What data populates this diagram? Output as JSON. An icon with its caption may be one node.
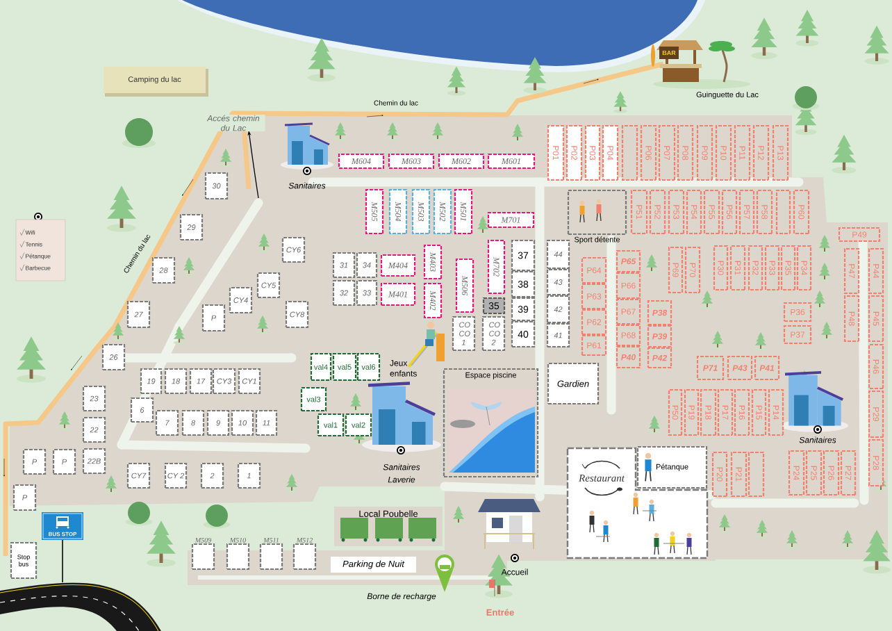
{
  "diagram": {
    "nodes": [
      {
        "text": [
          "Camping du lac"
        ]
      },
      {
        "text": [
          "Wifi",
          "Tennis",
          "Pétanque",
          "Barbecue"
        ]
      },
      {
        "text": [
          "M604"
        ]
      },
      {
        "text": [
          "M603"
        ]
      },
      {
        "text": [
          "M602"
        ]
      },
      {
        "text": [
          "M601"
        ]
      },
      {
        "text": [
          "P01"
        ]
      },
      {
        "text": [
          "P02"
        ]
      },
      {
        "text": [
          "P03"
        ]
      },
      {
        "text": [
          "P04"
        ]
      },
      {
        "text": [],
        "shape": "box"
      },
      {
        "text": [
          "P06"
        ]
      },
      {
        "text": [
          "P07"
        ]
      },
      {
        "text": [
          "P08"
        ]
      },
      {
        "text": [
          "P09"
        ]
      },
      {
        "text": [
          "P10"
        ]
      },
      {
        "text": [
          "P11"
        ]
      },
      {
        "text": [
          "P12"
        ]
      },
      {
        "text": [
          "P13"
        ]
      },
      {
        "text": [
          "30"
        ]
      },
      {
        "text": [
          "M505"
        ]
      },
      {
        "text": [
          "M504"
        ]
      },
      {
        "text": [
          "M503"
        ]
      },
      {
        "text": [
          "M502"
        ]
      },
      {
        "text": [
          "M501"
        ]
      },
      {
        "text": [
          "M701"
        ]
      },
      {
        "text": [
          "Sport détente"
        ]
      },
      {
        "text": [
          "P51"
        ]
      },
      {
        "text": [
          "P52"
        ]
      },
      {
        "text": [
          "P53"
        ]
      },
      {
        "text": [
          "P54"
        ]
      },
      {
        "text": [
          "P55"
        ]
      },
      {
        "text": [
          "P56"
        ]
      },
      {
        "text": [
          "P57"
        ]
      },
      {
        "text": [
          "P58"
        ]
      },
      {
        "text": [],
        "shape": "box"
      },
      {
        "text": [
          "P60"
        ]
      },
      {
        "text": [
          "29"
        ]
      },
      {
        "text": [
          "P49"
        ]
      },
      {
        "text": [
          "CY6"
        ]
      },
      {
        "text": [
          "37"
        ]
      },
      {
        "text": [
          "44"
        ]
      },
      {
        "text": [
          "M403"
        ]
      },
      {
        "text": [
          "P69"
        ]
      },
      {
        "text": [
          "P70"
        ]
      },
      {
        "text": [
          "P30"
        ]
      },
      {
        "text": [
          "P31"
        ]
      },
      {
        "text": [
          "P32"
        ]
      },
      {
        "text": [
          "P33"
        ]
      },
      {
        "text": [
          "P35"
        ]
      },
      {
        "text": [
          "P34"
        ]
      },
      {
        "text": [
          "P47"
        ]
      },
      {
        "text": [
          "P44"
        ]
      },
      {
        "text": [
          "P65"
        ]
      },
      {
        "text": [
          "31"
        ]
      },
      {
        "text": [
          "34"
        ]
      },
      {
        "text": [
          "M404"
        ]
      },
      {
        "text": [
          "28"
        ]
      },
      {
        "text": [
          "P64"
        ]
      },
      {
        "text": [
          "M506"
        ]
      },
      {
        "text": [
          "M702"
        ]
      },
      {
        "text": [
          "38"
        ]
      },
      {
        "text": [
          "43"
        ]
      },
      {
        "text": [
          "CY5"
        ]
      },
      {
        "text": [
          "P66"
        ]
      },
      {
        "text": [
          "32"
        ]
      },
      {
        "text": [
          "33"
        ]
      },
      {
        "text": [
          "M401"
        ]
      },
      {
        "text": [
          "M402"
        ]
      },
      {
        "text": [
          "P63"
        ]
      },
      {
        "text": [
          "CY4"
        ]
      },
      {
        "text": [
          "P48"
        ]
      },
      {
        "text": [
          "P45"
        ]
      },
      {
        "text": [
          "39"
        ]
      },
      {
        "text": [
          "42"
        ]
      },
      {
        "text": [
          "35"
        ]
      },
      {
        "text": [
          "P67"
        ]
      },
      {
        "text": [
          "P38"
        ]
      },
      {
        "text": [
          "27"
        ]
      },
      {
        "text": [
          "CY8"
        ]
      },
      {
        "text": [
          "P"
        ]
      },
      {
        "text": [
          "P36"
        ]
      },
      {
        "text": [
          "P62"
        ]
      },
      {
        "text": [
          "CO CO 1"
        ]
      },
      {
        "text": [
          "CO CO 2"
        ]
      },
      {
        "text": [
          "40"
        ]
      },
      {
        "text": [
          "41"
        ]
      },
      {
        "text": [
          "P68"
        ]
      },
      {
        "text": [
          "P39"
        ]
      },
      {
        "text": [
          "P37"
        ]
      },
      {
        "text": [
          "P61"
        ]
      },
      {
        "text": [
          "P46"
        ]
      },
      {
        "text": [
          "26"
        ]
      },
      {
        "text": [
          "P40"
        ]
      },
      {
        "text": [
          "P42"
        ]
      },
      {
        "text": [
          "val4"
        ]
      },
      {
        "text": [
          "val5"
        ]
      },
      {
        "text": [
          "val6"
        ]
      },
      {
        "text": [
          "P71"
        ]
      },
      {
        "text": [
          "P43"
        ]
      },
      {
        "text": [
          "P41"
        ]
      },
      {
        "text": [
          "Gardien"
        ]
      },
      {
        "text": [
          "19"
        ]
      },
      {
        "text": [
          "18"
        ]
      },
      {
        "text": [
          "17"
        ]
      },
      {
        "text": [
          "CY3"
        ]
      },
      {
        "text": [
          "CY1"
        ]
      },
      {
        "text": [
          "Espace piscine"
        ]
      },
      {
        "text": [
          "23"
        ]
      },
      {
        "text": [
          "val3"
        ]
      },
      {
        "text": [
          "P50"
        ]
      },
      {
        "text": [
          "P19"
        ]
      },
      {
        "text": [
          "P18"
        ]
      },
      {
        "text": [
          "P17"
        ]
      },
      {
        "text": [
          "P16"
        ]
      },
      {
        "text": [
          "P15"
        ]
      },
      {
        "text": [
          "P14"
        ]
      },
      {
        "text": [
          "P29"
        ]
      },
      {
        "text": [
          "6"
        ]
      },
      {
        "text": [
          "7"
        ]
      },
      {
        "text": [
          "8"
        ]
      },
      {
        "text": [
          "9"
        ]
      },
      {
        "text": [
          "10"
        ]
      },
      {
        "text": [
          "11"
        ]
      },
      {
        "text": [
          "val1"
        ]
      },
      {
        "text": [
          "val2"
        ]
      },
      {
        "text": [
          "22"
        ]
      },
      {
        "text": [
          "P"
        ]
      },
      {
        "text": [
          "P"
        ]
      },
      {
        "text": [
          "22B"
        ]
      },
      {
        "text": [
          "P28"
        ]
      },
      {
        "text": [
          "Pétanque"
        ]
      },
      {
        "text": [
          "Restaurant"
        ]
      },
      {
        "text": [
          "P20"
        ]
      },
      {
        "text": [
          "P21"
        ]
      },
      {
        "text": [],
        "shape": "box"
      },
      {
        "text": [
          "P24"
        ]
      },
      {
        "text": [
          "P25"
        ]
      },
      {
        "text": [
          "P26"
        ]
      },
      {
        "text": [
          "P27"
        ]
      },
      {
        "text": [
          "CY7"
        ]
      },
      {
        "text": [
          "CY 2"
        ]
      },
      {
        "text": [
          "2"
        ]
      },
      {
        "text": [
          "1"
        ]
      },
      {
        "text": [
          "P"
        ]
      },
      {
        "text": [
          "Local Poubelle"
        ]
      },
      {
        "text": [
          "M509"
        ]
      },
      {
        "text": [
          "M510"
        ]
      },
      {
        "text": [
          "M511"
        ]
      },
      {
        "text": [
          "M512"
        ]
      },
      {
        "text": [
          "Stop bus"
        ]
      },
      {
        "text": [
          "Parking de Nuit"
        ]
      }
    ],
    "labels": [
      "Chemin du lac",
      "Accés chemin du Lac",
      "Chemin du lac",
      "Sanitaires",
      "Guinguette du Lac",
      "BAR",
      "Jeux enfants",
      "Sanitaires Laverie",
      "Sanitaires",
      "Accueil",
      "Borne de recharge",
      "Entrée",
      "BUS STOP"
    ]
  }
}
